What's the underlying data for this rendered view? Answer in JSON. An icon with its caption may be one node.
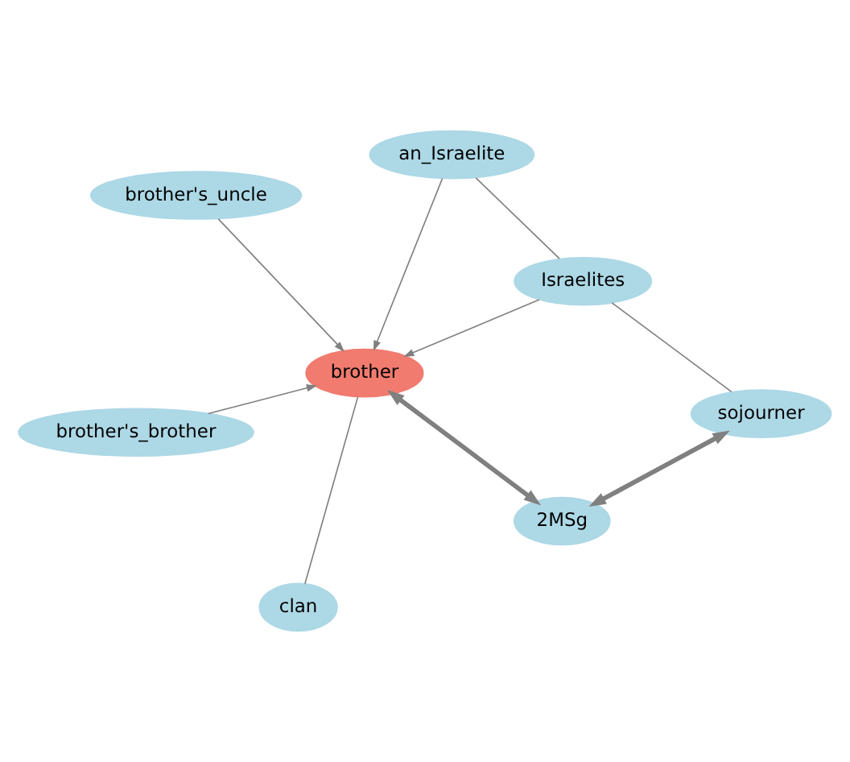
{
  "diagram": {
    "nodes": [
      {
        "text": [
          "brother's_uncle"
        ]
      },
      {
        "text": [
          "Israelites"
        ]
      },
      {
        "text": [
          "sojourner"
        ]
      },
      {
        "text": [
          "an_Israelite"
        ]
      },
      {
        "text": [
          "2MSg"
        ]
      },
      {
        "text": [
          "brother"
        ]
      },
      {
        "text": [
          "brother's_brother"
        ]
      },
      {
        "text": [
          "clan"
        ]
      }
    ],
    "edges": [
      {
        "from": 0,
        "to": 5,
        "arrow": "to"
      },
      {
        "from": 1,
        "to": 5,
        "arrow": "to"
      },
      {
        "from": 1,
        "to": 2,
        "arrow": "none"
      },
      {
        "from": 3,
        "to": 1,
        "arrow": "none"
      },
      {
        "from": 3,
        "to": 5,
        "arrow": "to"
      },
      {
        "from": 4,
        "to": 5,
        "arrow": "both",
        "style": "thick"
      },
      {
        "from": 4,
        "to": 2,
        "arrow": "both",
        "style": "thick"
      },
      {
        "from": 6,
        "to": 5,
        "arrow": "to"
      },
      {
        "from": 5,
        "to": 7,
        "arrow": "none"
      }
    ]
  }
}
